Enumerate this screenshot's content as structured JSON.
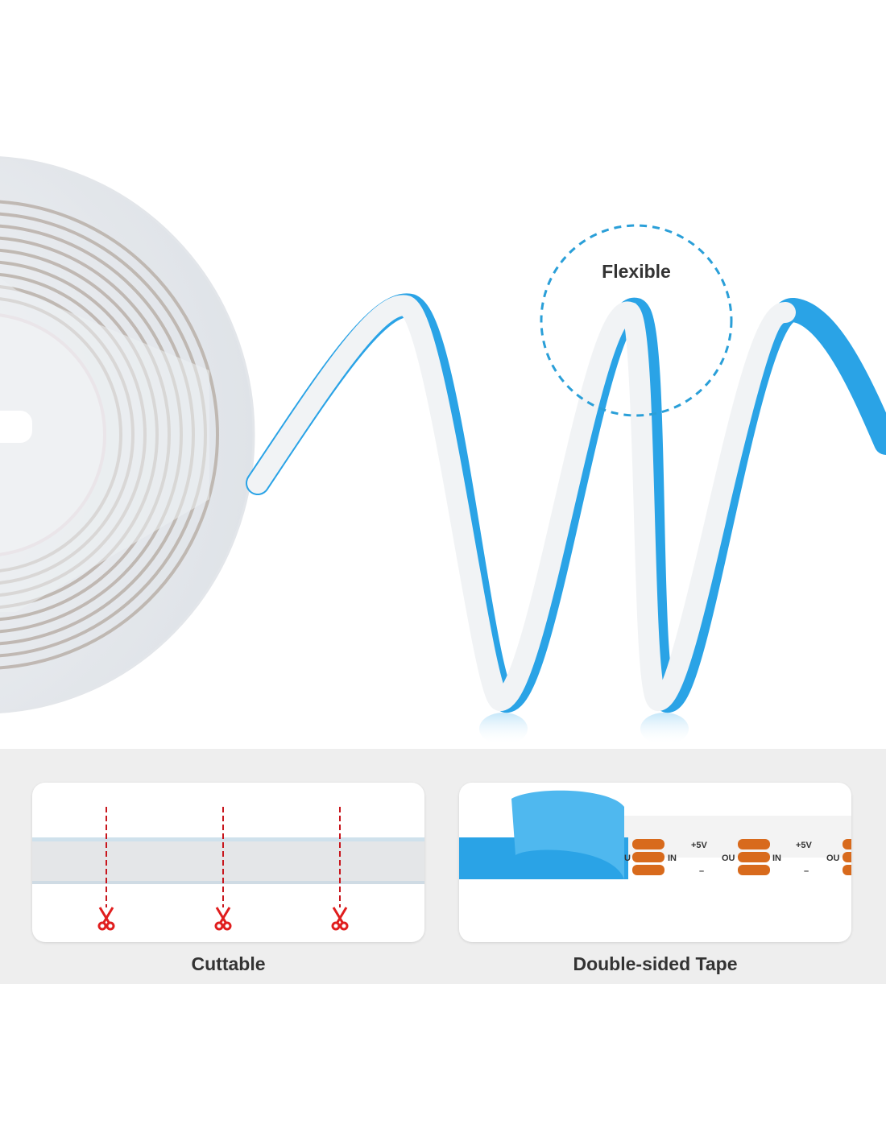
{
  "features": {
    "flexible": {
      "label": "Flexible"
    },
    "cuttable": {
      "label": "Cuttable"
    },
    "tape": {
      "label": "Double-sided Tape"
    }
  },
  "pcb_marks": {
    "plus": "+5V",
    "minus": "–",
    "in": "IN",
    "out": "OU",
    "out_partial": "U"
  },
  "colors": {
    "strip_blue": "#2aa3e6",
    "band_gray": "#eeeeee",
    "pad_orange": "#d86a1c",
    "cut_red": "#e01e1e",
    "dash_circle": "#2a9fd8"
  }
}
